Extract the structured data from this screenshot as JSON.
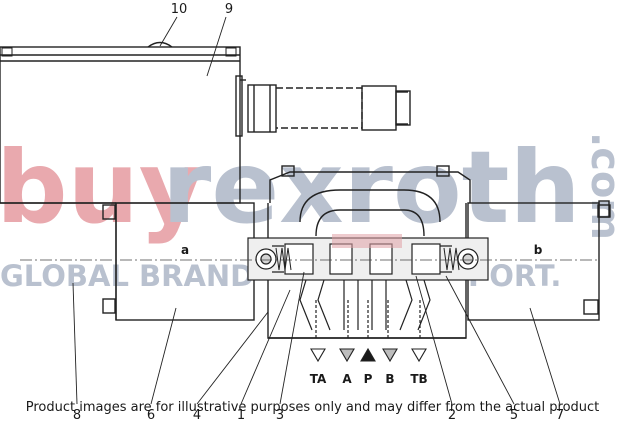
{
  "callouts": [
    "10",
    "9",
    "8",
    "6",
    "4",
    "1",
    "3",
    "2",
    "5",
    "7"
  ],
  "ports": [
    "TA",
    "A",
    "P",
    "B",
    "TB"
  ],
  "solenoid_labels": [
    "a",
    "b"
  ],
  "watermark": {
    "brand_red": "buy",
    "brand_grey": "rexroth",
    "tagline": "GLOBAL BRAND",
    "tagline_tail": "PORT.",
    "side": ".com",
    "red_color": "#e9a9ae",
    "grey_color": "#b9c1cf"
  },
  "disclaimer": "Product images are for illustrative purposes only and may differ from the actual product"
}
